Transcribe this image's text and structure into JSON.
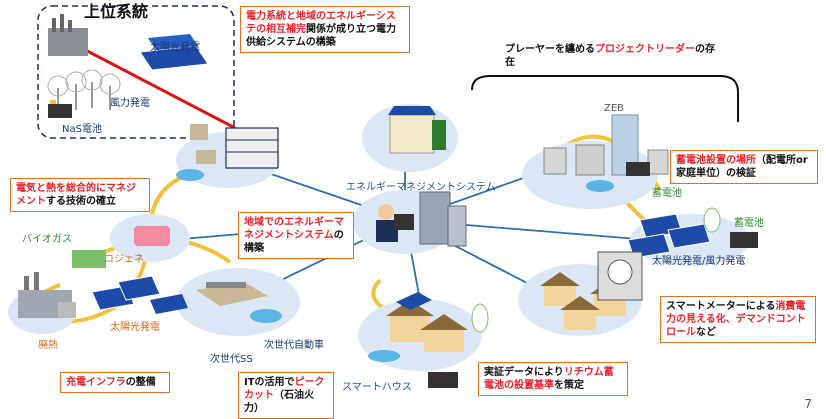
{
  "upper_system": {
    "title": "上位系統",
    "solar": "太陽光発電",
    "wind": "風力発電",
    "nas": "NaS電池"
  },
  "callouts": {
    "c1": {
      "pre": "",
      "red": "電力系統と地域のエネルギーシステの相互補完",
      "post": "関係が成り立つ電力供給システムの構築"
    },
    "c2": {
      "pre": "プレーヤーを纏める",
      "red": "プロジェクトリーダー",
      "post": "の存在"
    },
    "c3": {
      "pre": "",
      "red": "電気と熱を総合的にマネジメント",
      "post": "する技術の確立"
    },
    "c4": {
      "pre": "",
      "red": "地域でのエネルギーマネジメントシステム",
      "post": "の構築"
    },
    "c5": {
      "pre": "",
      "red": "蓄電池設置の場所",
      "post": "（配電所or家庭単位）の検証"
    },
    "c6": {
      "pre": "スマートメーターによる",
      "red": "消費電力の見える化、デマンドコントロール",
      "post": "など"
    },
    "c7": {
      "pre": "",
      "red": "充電インフラ",
      "post": "の整備"
    },
    "c8": {
      "pre": "ITの活用で",
      "red": "ピークカット",
      "post": "（石油火力）"
    },
    "c9": {
      "pre": "実証データにより",
      "red": "リチウム蓄電池の設置基準",
      "post": "を策定"
    }
  },
  "labels": {
    "ems": "エネルギーマネジメントシステム",
    "zeb": "ZEB",
    "battery1": "蓄電池",
    "battery2": "蓄電池",
    "solar_wind": "太陽光発電/風力発電",
    "biogas": "バイオガス",
    "cogen": "コジェネ",
    "solar": "太陽光発電",
    "waste_heat": "廃熱",
    "next_ss": "次世代SS",
    "next_car": "次世代自動車",
    "smart_house": "スマートハウス"
  },
  "page_number": "7",
  "colors": {
    "callout_border": "#e07020",
    "emphasis": "#e8232a",
    "network_line": "#2a6fb0",
    "heat_line": "#f2c23c",
    "grid_line": "#e01010"
  }
}
